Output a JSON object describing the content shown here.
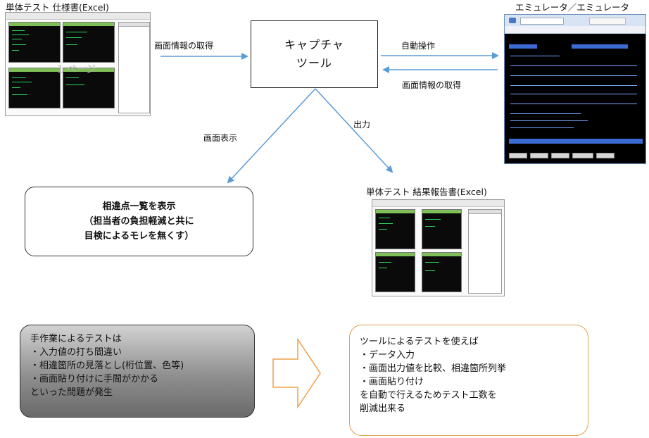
{
  "spec_doc": {
    "title": "単体テスト 仕様書(Excel)",
    "page_watermark": "1 ページ"
  },
  "emulator": {
    "title": "エミュレータ／エミュレータ"
  },
  "capture_tool": {
    "line1": "キャプチャ",
    "line2": "ツール"
  },
  "arrows": {
    "spec_to_tool": "画面情報の取得",
    "tool_to_emulator": "自動操作",
    "emulator_to_tool": "画面情報の取得",
    "display": "画面表示",
    "output": "出力"
  },
  "diff_note": {
    "line1": "相違点一覧を表示",
    "line2": "（担当者の負担軽減と共に",
    "line3": "目検によるモレを無くす）"
  },
  "report_doc": {
    "title": "単体テスト 結果報告書(Excel)"
  },
  "manual_box": {
    "lines": [
      "手作業によるテストは",
      "・入力値の打ち間違い",
      "・相違箇所の見落とし(桁位置、色等)",
      "・画面貼り付けに手間がかかる",
      "といった問題が発生"
    ]
  },
  "tool_box": {
    "lines": [
      "ツールによるテストを使えば",
      "・データ入力",
      "・画面出力値を比較、相違箇所列挙",
      "・画面貼り付け",
      "を自動で行えるためテスト工数を",
      "削減出来る"
    ]
  },
  "colors": {
    "arrow": "#5b9bd5",
    "excel_green": "#7fbf57",
    "terminal_bg": "#000000",
    "terminal_text": "#2fd35a",
    "emulator_blue": "#3d6bd6",
    "tool_box_border": "#e0a050",
    "manual_box_fill": "#8f8f8f"
  }
}
